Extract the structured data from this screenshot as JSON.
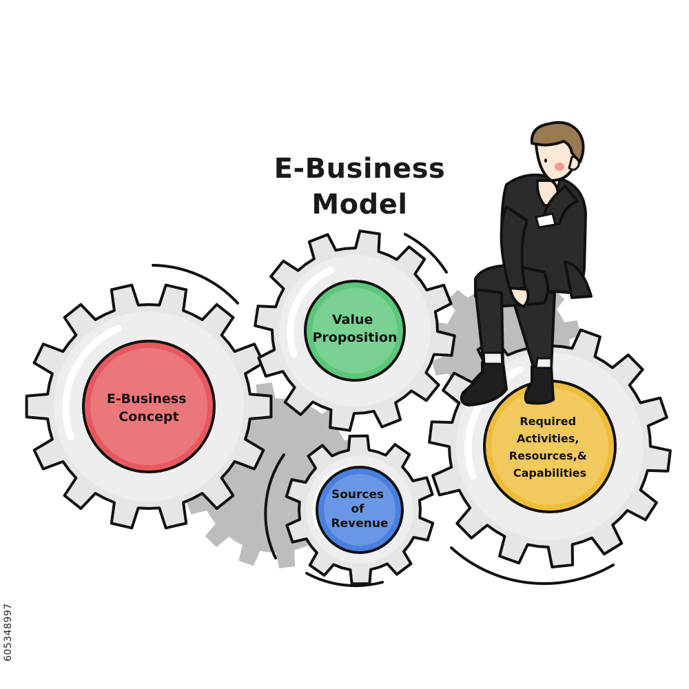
{
  "title": {
    "line1": "E-Business",
    "line2": "Model"
  },
  "gears": {
    "concept": {
      "lines": [
        "E-Business",
        "Concept"
      ],
      "color": "#e8595f"
    },
    "value": {
      "lines": [
        "Value",
        "Proposition"
      ],
      "color": "#5cc77a"
    },
    "revenue": {
      "lines": [
        "Sources",
        "of",
        "Revenue"
      ],
      "color": "#4a80e0"
    },
    "activities": {
      "lines": [
        "Required",
        "Activities,",
        "Resources,&",
        "Capabilities"
      ],
      "color": "#f0bd3a"
    }
  },
  "colors": {
    "gear_light": "#e6e6e6",
    "gear_dark": "#bdbdbd",
    "outline": "#111111",
    "suit": "#2b2b2b",
    "hair": "#9a7a52",
    "skin": "#fde7d5"
  },
  "icons": {
    "person": "businessman-thinking-icon",
    "gear": "gear-icon"
  },
  "stock_id": "605348997"
}
